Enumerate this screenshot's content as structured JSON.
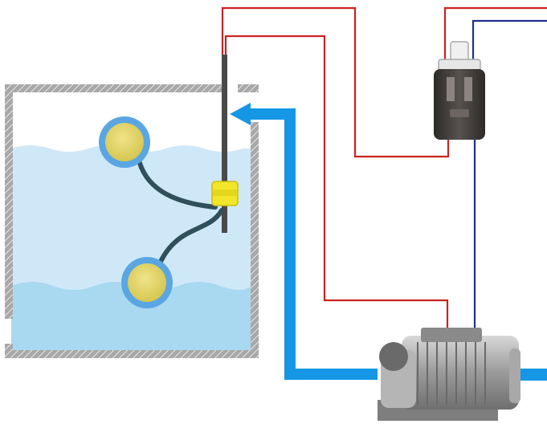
{
  "diagram": {
    "colors": {
      "background": "#ffffff",
      "tank_wall": "#8c8c8c",
      "water_light": "#cfe8f8",
      "water_mid": "#b4ddf3",
      "water_deep": "#9ed2ef",
      "water_pipe": "#1597e5",
      "wire_red": "#cc2222",
      "wire_blue": "#1f2f8f",
      "float_fill": "#e3d56b",
      "float_ring": "#5aa6e3",
      "cable": "#2f4f5b",
      "clamp": "#f2e62a",
      "rod": "#4a4a4a",
      "relay_body": "#3e3a38",
      "pump_body": "#9a9a9a"
    },
    "components": [
      "water-tank",
      "water-surface-upper",
      "water-surface-lower",
      "float-switch-upper",
      "float-switch-lower",
      "cable-clamp",
      "support-rod",
      "inlet-pipe",
      "control-relay",
      "water-pump",
      "wiring-red",
      "wiring-blue"
    ]
  }
}
